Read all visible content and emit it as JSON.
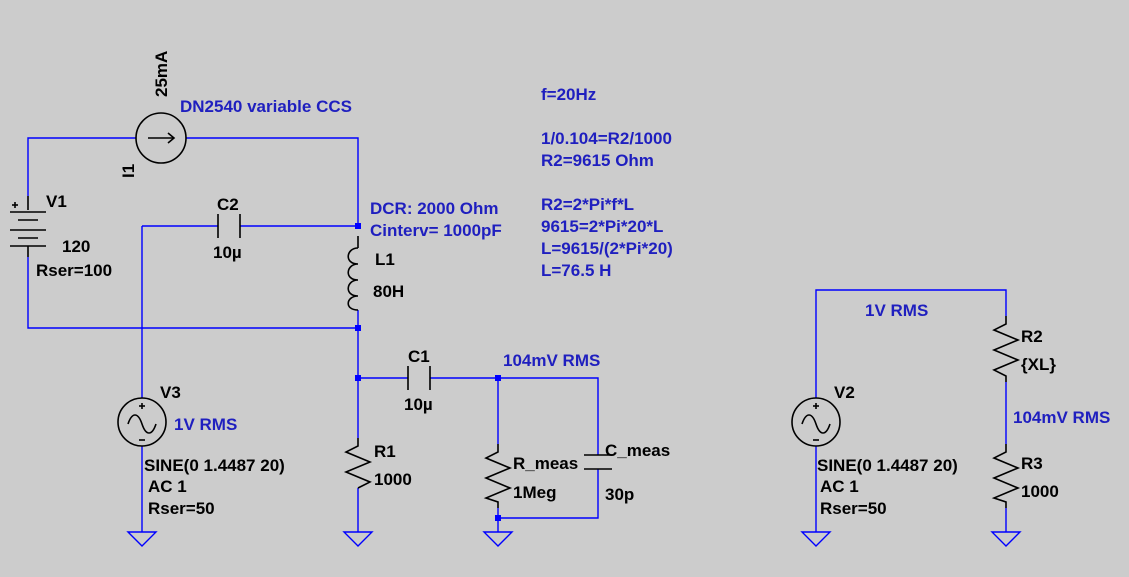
{
  "colors": {
    "background": "#cccccc",
    "wire": "#0000ff",
    "component": "#000000",
    "annotation": "#1f1fbf"
  },
  "components": {
    "i1": {
      "name": "I1",
      "value": "25mA"
    },
    "v1": {
      "name": "V1",
      "value": "120",
      "rser": "Rser=100"
    },
    "c2": {
      "name": "C2",
      "value": "10µ"
    },
    "l1": {
      "name": "L1",
      "value": "80H"
    },
    "v3": {
      "name": "V3",
      "src": "SINE(0 1.4487 20)",
      "ac": "AC 1",
      "rser": "Rser=50"
    },
    "r1": {
      "name": "R1",
      "value": "1000"
    },
    "c1": {
      "name": "C1",
      "value": "10µ"
    },
    "r_meas": {
      "name": "R_meas",
      "value": "1Meg"
    },
    "c_meas": {
      "name": "C_meas",
      "value": "30p"
    },
    "v2": {
      "name": "V2",
      "src": "SINE(0 1.4487 20)",
      "ac": "AC 1",
      "rser": "Rser=50"
    },
    "r2": {
      "name": "R2",
      "value": "{XL}"
    },
    "r3": {
      "name": "R3",
      "value": "1000"
    }
  },
  "annotations": {
    "ccs": "DN2540 variable CCS",
    "dcr": "DCR: 2000 Ohm",
    "cinterv": "Cinterv= 1000pF",
    "v3_rms": "1V RMS",
    "meas_rms": "104mV RMS",
    "v2_rms": "1V RMS",
    "r3_rms": "104mV RMS",
    "calc": [
      "f=20Hz",
      "",
      "1/0.104=R2/1000",
      "R2=9615 Ohm",
      "",
      "R2=2*Pi*f*L",
      "9615=2*Pi*20*L",
      "L=9615/(2*Pi*20)",
      "L=76.5 H"
    ]
  }
}
